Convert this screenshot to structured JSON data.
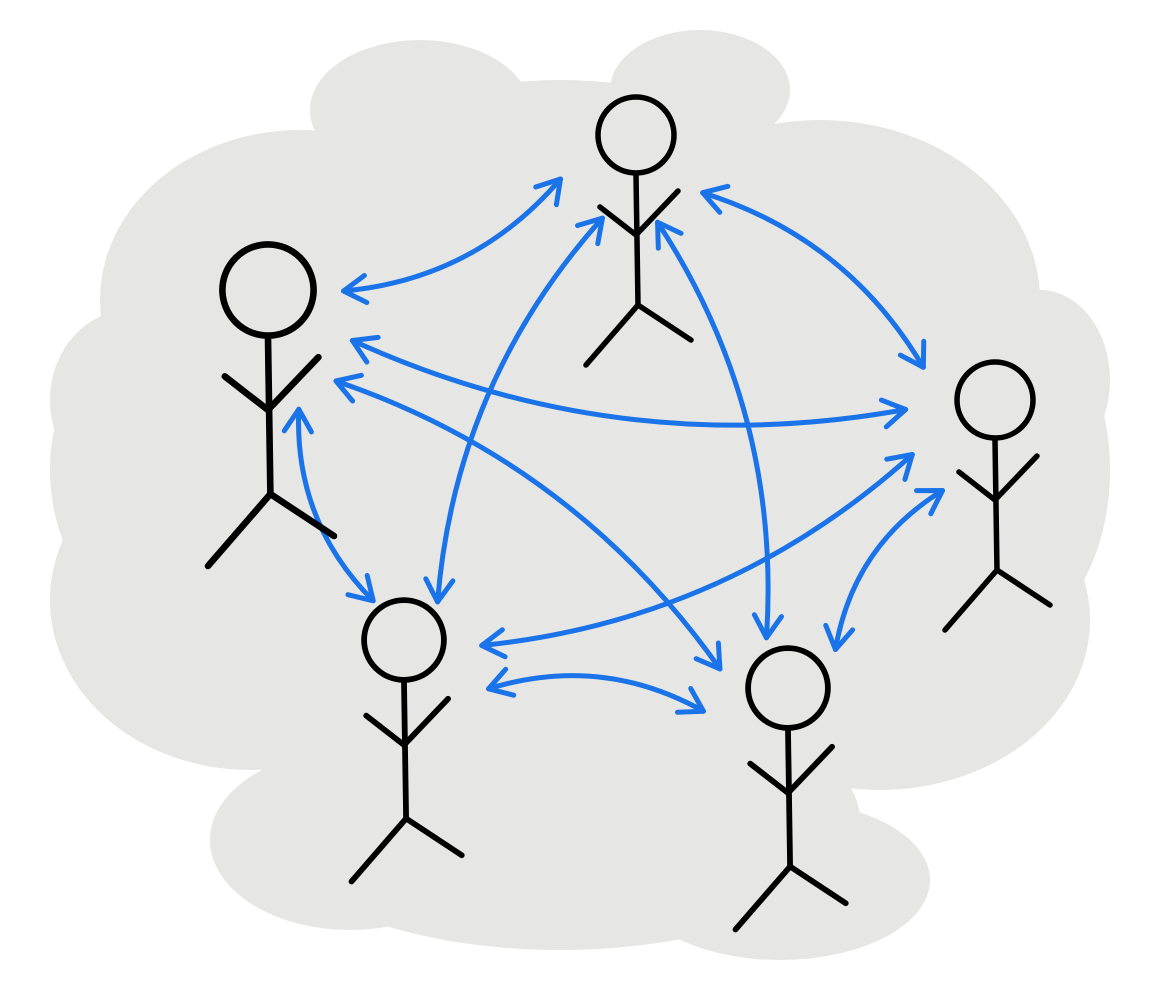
{
  "diagram": {
    "type": "fully-connected-network",
    "background_color": "#ffffff",
    "cloud_color": "#e6e6e4",
    "person_color": "#000000",
    "arrow_color": "#1a73e8",
    "nodes": [
      {
        "id": "top",
        "shape": "stick-figure"
      },
      {
        "id": "left",
        "shape": "stick-figure"
      },
      {
        "id": "right",
        "shape": "stick-figure"
      },
      {
        "id": "bottom-left",
        "shape": "stick-figure"
      },
      {
        "id": "bottom-right",
        "shape": "stick-figure"
      }
    ],
    "edges": [
      {
        "from": "left",
        "to": "top",
        "direction": "both"
      },
      {
        "from": "top",
        "to": "right",
        "direction": "both"
      },
      {
        "from": "top",
        "to": "bottom-left",
        "direction": "both"
      },
      {
        "from": "top",
        "to": "bottom-right",
        "direction": "both"
      },
      {
        "from": "left",
        "to": "right",
        "direction": "both"
      },
      {
        "from": "left",
        "to": "bottom-right",
        "direction": "both"
      },
      {
        "from": "left",
        "to": "bottom-left",
        "direction": "both"
      },
      {
        "from": "right",
        "to": "bottom-left",
        "direction": "both"
      },
      {
        "from": "right",
        "to": "bottom-right",
        "direction": "both"
      },
      {
        "from": "bottom-left",
        "to": "bottom-right",
        "direction": "both"
      }
    ]
  }
}
